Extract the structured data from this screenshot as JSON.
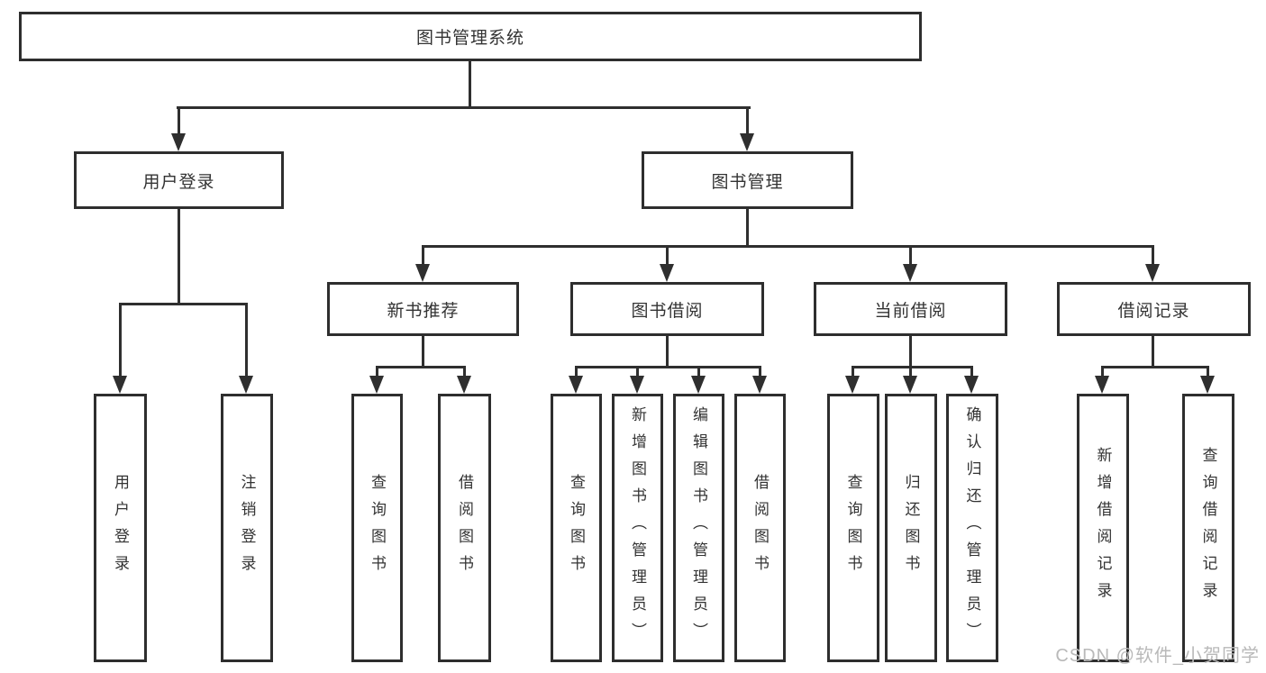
{
  "diagram": {
    "root": "图书管理系统",
    "level2": {
      "user_login": "用户登录",
      "book_mgmt": "图书管理"
    },
    "level3": {
      "new_book": "新书推荐",
      "book_borrow": "图书借阅",
      "current_borrow": "当前借阅",
      "borrow_record": "借阅记录"
    },
    "leaves": {
      "user_login": [
        "用户登录",
        "注销登录"
      ],
      "new_book": [
        "查询图书",
        "借阅图书"
      ],
      "book_borrow": [
        "查询图书",
        "新增图书（管理员）",
        "编辑图书（管理员）",
        "借阅图书"
      ],
      "current_borrow": [
        "查询图书",
        "归还图书",
        "确认归还（管理员）"
      ],
      "borrow_record": [
        "新增借阅记录",
        "查询借阅记录"
      ]
    }
  },
  "watermark": "CSDN @软件_小贺同学",
  "colors": {
    "line": "#2f2f2f",
    "text": "#333333",
    "watermark": "#b9b9b9",
    "background": "#ffffff"
  }
}
